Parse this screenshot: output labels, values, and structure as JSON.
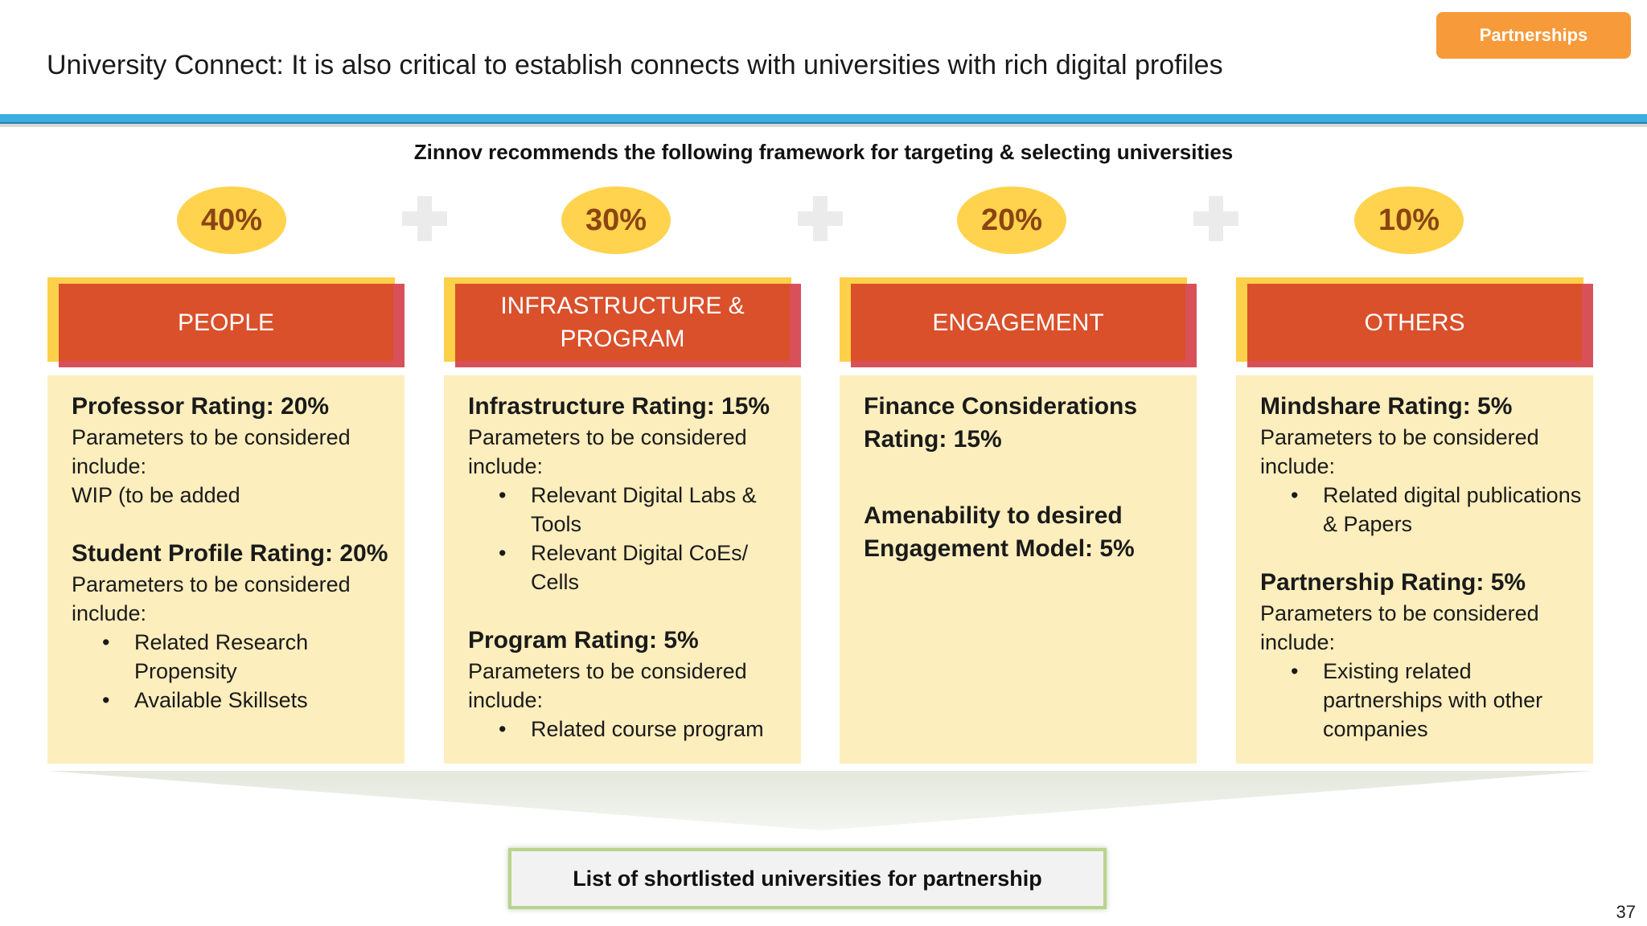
{
  "header": {
    "tag": "Partnerships",
    "title": "University Connect: It is also critical to establish connects with universities with rich digital profiles",
    "subtitle": "Zinnov recommends the following framework for targeting & selecting universities"
  },
  "weights": [
    "40%",
    "30%",
    "20%",
    "10%"
  ],
  "columns": [
    {
      "title": "PEOPLE",
      "blocks": [
        {
          "heading": "Professor Rating: 20%",
          "text": [
            "Parameters to be considered include:",
            "WIP (to be added"
          ],
          "bullets": []
        },
        {
          "heading": "Student Profile Rating: 20%",
          "text": [
            "Parameters to be considered include:"
          ],
          "bullets": [
            "Related Research Propensity",
            "Available Skillsets"
          ]
        }
      ]
    },
    {
      "title": "INFRASTRUCTURE & PROGRAM",
      "blocks": [
        {
          "heading": "Infrastructure Rating: 15%",
          "text": [
            "Parameters to be considered include:"
          ],
          "bullets": [
            "Relevant Digital Labs & Tools",
            "Relevant Digital CoEs/ Cells"
          ]
        },
        {
          "heading": "Program Rating: 5%",
          "text": [
            "Parameters to be considered include:"
          ],
          "bullets": [
            "Related course program"
          ]
        }
      ]
    },
    {
      "title": "ENGAGEMENT",
      "blocks": [
        {
          "heading": "Finance Considerations Rating: 15%",
          "text": [],
          "bullets": []
        },
        {
          "heading": "Amenability to desired Engagement Model: 5%",
          "text": [],
          "bullets": []
        }
      ]
    },
    {
      "title": "OTHERS",
      "blocks": [
        {
          "heading": "Mindshare Rating: 5%",
          "text": [
            "Parameters to be considered include:"
          ],
          "bullets": [
            "Related digital publications & Papers"
          ]
        },
        {
          "heading": "Partnership Rating: 5%",
          "text": [
            "Parameters to be considered include:"
          ],
          "bullets": [
            "Existing related partnerships with other companies"
          ]
        }
      ]
    }
  ],
  "result": "List of shortlisted universities for partnership",
  "page_number": "37",
  "colors": {
    "tag": "#f79a3a",
    "accent_line": "#3aaee0",
    "weight_circle": "#ffd34d",
    "column_header": "#d9502b",
    "column_body": "#fdeebd"
  }
}
